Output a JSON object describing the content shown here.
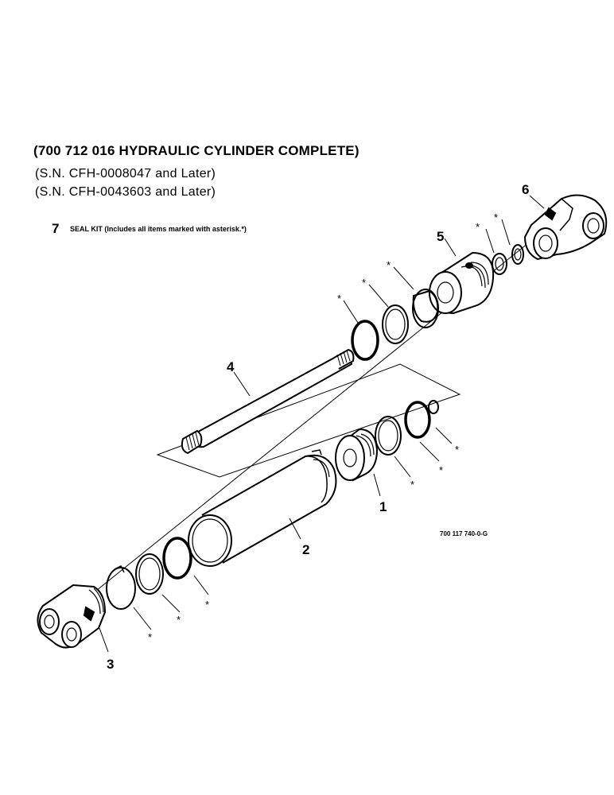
{
  "header": {
    "title": "(700 712 016 HYDRAULIC CYLINDER COMPLETE)",
    "serial_1": "(S.N. CFH-0008047 and Later)",
    "serial_2": "(S.N. CFH-0043603 and Later)"
  },
  "seal_kit": {
    "number": "7",
    "text": "SEAL KIT (Includes all items marked with asterisk.*)"
  },
  "drawing_number": "700 117 740-0-G",
  "callouts": {
    "p1": "1",
    "p2": "2",
    "p3": "3",
    "p4": "4",
    "p5": "5",
    "p6": "6",
    "asterisk": "*"
  }
}
